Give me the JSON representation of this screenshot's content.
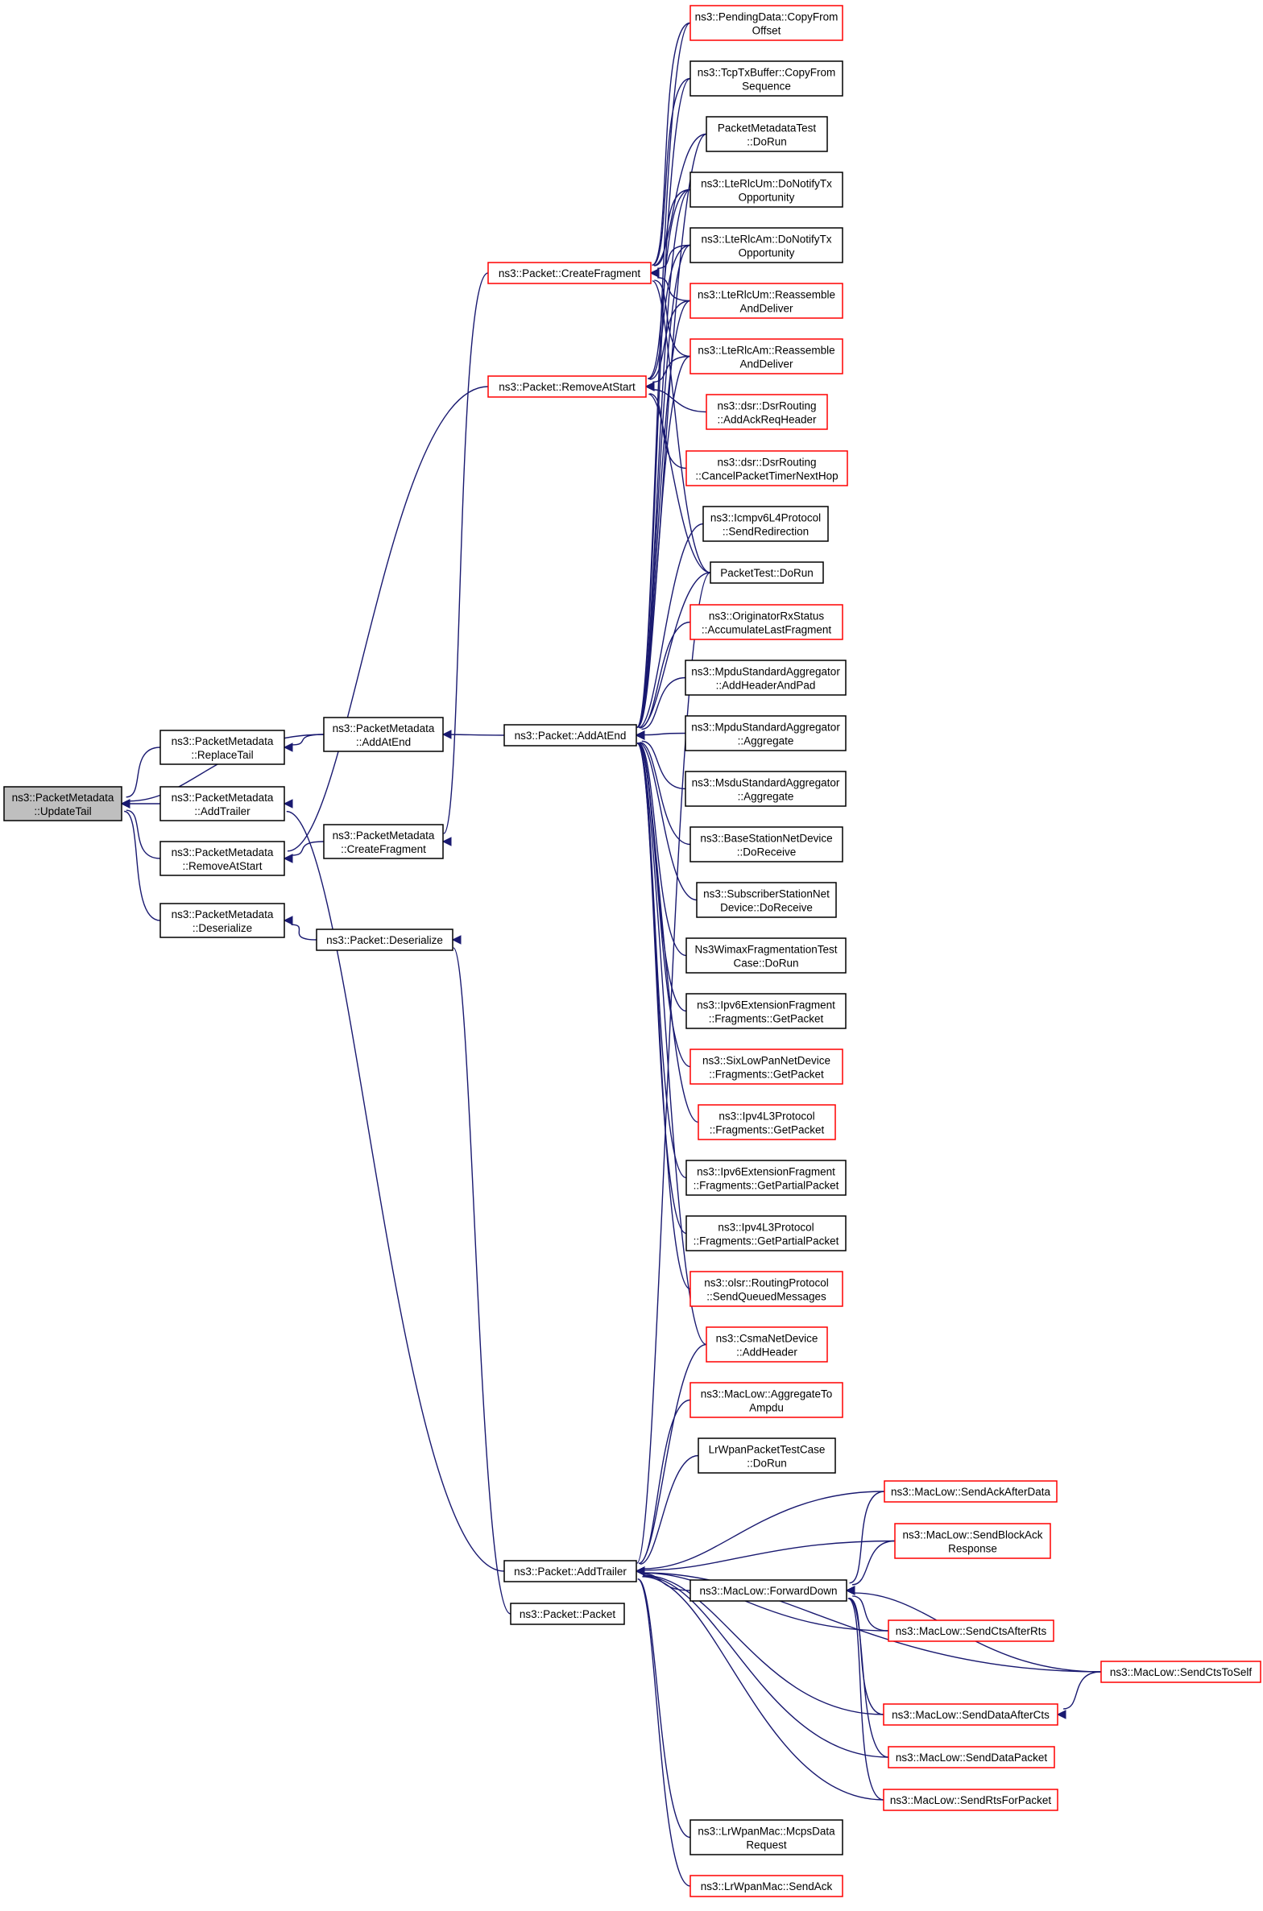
{
  "nodes": [
    {
      "id": "updatetail",
      "lines": [
        "ns3::PacketMetadata",
        "::UpdateTail"
      ],
      "style": "root"
    },
    {
      "id": "replacetail",
      "lines": [
        "ns3::PacketMetadata",
        "::ReplaceTail"
      ],
      "style": "black"
    },
    {
      "id": "addtrailer_md",
      "lines": [
        "ns3::PacketMetadata",
        "::AddTrailer"
      ],
      "style": "black"
    },
    {
      "id": "removeatstart_md",
      "lines": [
        "ns3::PacketMetadata",
        "::RemoveAtStart"
      ],
      "style": "black"
    },
    {
      "id": "deserialize_md",
      "lines": [
        "ns3::PacketMetadata",
        "::Deserialize"
      ],
      "style": "black"
    },
    {
      "id": "addatend_md",
      "lines": [
        "ns3::PacketMetadata",
        "::AddAtEnd"
      ],
      "style": "black"
    },
    {
      "id": "createfragment_md",
      "lines": [
        "ns3::PacketMetadata",
        "::CreateFragment"
      ],
      "style": "black"
    },
    {
      "id": "packet_deserialize",
      "lines": [
        "ns3::Packet::Deserialize"
      ],
      "style": "black"
    },
    {
      "id": "packet_createfragment",
      "lines": [
        "ns3::Packet::CreateFragment"
      ],
      "style": "red"
    },
    {
      "id": "packet_removeatstart",
      "lines": [
        "ns3::Packet::RemoveAtStart"
      ],
      "style": "red"
    },
    {
      "id": "packet_addatend",
      "lines": [
        "ns3::Packet::AddAtEnd"
      ],
      "style": "black"
    },
    {
      "id": "packet_addtrailer",
      "lines": [
        "ns3::Packet::AddTrailer"
      ],
      "style": "black"
    },
    {
      "id": "packet_packet",
      "lines": [
        "ns3::Packet::Packet"
      ],
      "style": "black"
    },
    {
      "id": "pendingdata",
      "lines": [
        "ns3::PendingData::CopyFrom",
        "Offset"
      ],
      "style": "red"
    },
    {
      "id": "tcptxbuffer",
      "lines": [
        "ns3::TcpTxBuffer::CopyFrom",
        "Sequence"
      ],
      "style": "black"
    },
    {
      "id": "packetmetadatatest",
      "lines": [
        "PacketMetadataTest",
        "::DoRun"
      ],
      "style": "black"
    },
    {
      "id": "lterlcum_notify",
      "lines": [
        "ns3::LteRlcUm::DoNotifyTx",
        "Opportunity"
      ],
      "style": "black"
    },
    {
      "id": "lterlcam_notify",
      "lines": [
        "ns3::LteRlcAm::DoNotifyTx",
        "Opportunity"
      ],
      "style": "black"
    },
    {
      "id": "lterlcum_reassemble",
      "lines": [
        "ns3::LteRlcUm::Reassemble",
        "AndDeliver"
      ],
      "style": "red"
    },
    {
      "id": "lterlcam_reassemble",
      "lines": [
        "ns3::LteRlcAm::Reassemble",
        "AndDeliver"
      ],
      "style": "red"
    },
    {
      "id": "dsr_addack",
      "lines": [
        "ns3::dsr::DsrRouting",
        "::AddAckReqHeader"
      ],
      "style": "red"
    },
    {
      "id": "dsr_cancel",
      "lines": [
        "ns3::dsr::DsrRouting",
        "::CancelPacketTimerNextHop"
      ],
      "style": "red"
    },
    {
      "id": "icmpv6",
      "lines": [
        "ns3::Icmpv6L4Protocol",
        "::SendRedirection"
      ],
      "style": "black"
    },
    {
      "id": "packettest",
      "lines": [
        "PacketTest::DoRun"
      ],
      "style": "black"
    },
    {
      "id": "originator",
      "lines": [
        "ns3::OriginatorRxStatus",
        "::AccumulateLastFragment"
      ],
      "style": "red"
    },
    {
      "id": "mpdu_addheader",
      "lines": [
        "ns3::MpduStandardAggregator",
        "::AddHeaderAndPad"
      ],
      "style": "black"
    },
    {
      "id": "mpdu_aggregate",
      "lines": [
        "ns3::MpduStandardAggregator",
        "::Aggregate"
      ],
      "style": "black"
    },
    {
      "id": "msdu_aggregate",
      "lines": [
        "ns3::MsduStandardAggregator",
        "::Aggregate"
      ],
      "style": "black"
    },
    {
      "id": "basestation",
      "lines": [
        "ns3::BaseStationNetDevice",
        "::DoReceive"
      ],
      "style": "black"
    },
    {
      "id": "subscriber",
      "lines": [
        "ns3::SubscriberStationNet",
        "Device::DoReceive"
      ],
      "style": "black"
    },
    {
      "id": "ns3wimax",
      "lines": [
        "Ns3WimaxFragmentationTest",
        "Case::DoRun"
      ],
      "style": "black"
    },
    {
      "id": "ipv6ext_get",
      "lines": [
        "ns3::Ipv6ExtensionFragment",
        "::Fragments::GetPacket"
      ],
      "style": "black"
    },
    {
      "id": "sixlowpan",
      "lines": [
        "ns3::SixLowPanNetDevice",
        "::Fragments::GetPacket"
      ],
      "style": "red"
    },
    {
      "id": "ipv4l3_get",
      "lines": [
        "ns3::Ipv4L3Protocol",
        "::Fragments::GetPacket"
      ],
      "style": "red"
    },
    {
      "id": "ipv6ext_partial",
      "lines": [
        "ns3::Ipv6ExtensionFragment",
        "::Fragments::GetPartialPacket"
      ],
      "style": "black"
    },
    {
      "id": "ipv4l3_partial",
      "lines": [
        "ns3::Ipv4L3Protocol",
        "::Fragments::GetPartialPacket"
      ],
      "style": "black"
    },
    {
      "id": "olsr",
      "lines": [
        "ns3::olsr::RoutingProtocol",
        "::SendQueuedMessages"
      ],
      "style": "red"
    },
    {
      "id": "csma",
      "lines": [
        "ns3::CsmaNetDevice",
        "::AddHeader"
      ],
      "style": "red"
    },
    {
      "id": "maclow_aggregate",
      "lines": [
        "ns3::MacLow::AggregateTo",
        "Ampdu"
      ],
      "style": "red"
    },
    {
      "id": "lrwpantest",
      "lines": [
        "LrWpanPacketTestCase",
        "::DoRun"
      ],
      "style": "black"
    },
    {
      "id": "maclow_forwarddown",
      "lines": [
        "ns3::MacLow::ForwardDown"
      ],
      "style": "black"
    },
    {
      "id": "lrwpan_mcps",
      "lines": [
        "ns3::LrWpanMac::McpsData",
        "Request"
      ],
      "style": "black"
    },
    {
      "id": "lrwpan_sendack",
      "lines": [
        "ns3::LrWpanMac::SendAck"
      ],
      "style": "red"
    },
    {
      "id": "maclow_sendackafterdata",
      "lines": [
        "ns3::MacLow::SendAckAfterData"
      ],
      "style": "red"
    },
    {
      "id": "maclow_sendblockack",
      "lines": [
        "ns3::MacLow::SendBlockAck",
        "Response"
      ],
      "style": "red"
    },
    {
      "id": "maclow_sendctsafterrts",
      "lines": [
        "ns3::MacLow::SendCtsAfterRts"
      ],
      "style": "red"
    },
    {
      "id": "maclow_sendctstoself",
      "lines": [
        "ns3::MacLow::SendCtsToSelf"
      ],
      "style": "red"
    },
    {
      "id": "maclow_senddataaftercts",
      "lines": [
        "ns3::MacLow::SendDataAfterCts"
      ],
      "style": "red"
    },
    {
      "id": "maclow_senddatapacket",
      "lines": [
        "ns3::MacLow::SendDataPacket"
      ],
      "style": "red"
    },
    {
      "id": "maclow_sendrtsforpacket",
      "lines": [
        "ns3::MacLow::SendRtsForPacket"
      ],
      "style": "red"
    }
  ],
  "edges": [
    [
      "replacetail",
      "updatetail"
    ],
    [
      "addtrailer_md",
      "updatetail"
    ],
    [
      "removeatstart_md",
      "updatetail"
    ],
    [
      "deserialize_md",
      "updatetail"
    ],
    [
      "addatend_md",
      "updatetail"
    ],
    [
      "addatend_md",
      "replacetail"
    ],
    [
      "createfragment_md",
      "removeatstart_md"
    ],
    [
      "packet_deserialize",
      "deserialize_md"
    ],
    [
      "packet_addatend",
      "addatend_md"
    ],
    [
      "packet_createfragment",
      "createfragment_md"
    ],
    [
      "packet_removeatstart",
      "removeatstart_md"
    ],
    [
      "packet_addtrailer",
      "addtrailer_md"
    ],
    [
      "packet_packet",
      "packet_deserialize"
    ],
    [
      "pendingdata",
      "packet_createfragment"
    ],
    [
      "tcptxbuffer",
      "packet_createfragment"
    ],
    [
      "packetmetadatatest",
      "packet_createfragment"
    ],
    [
      "lterlcum_notify",
      "packet_createfragment"
    ],
    [
      "lterlcam_notify",
      "packet_createfragment"
    ],
    [
      "lterlcum_reassemble",
      "packet_createfragment"
    ],
    [
      "lterlcam_reassemble",
      "packet_createfragment"
    ],
    [
      "packettest",
      "packet_createfragment"
    ],
    [
      "lterlcum_notify",
      "packet_removeatstart"
    ],
    [
      "lterlcam_notify",
      "packet_removeatstart"
    ],
    [
      "lterlcum_reassemble",
      "packet_removeatstart"
    ],
    [
      "lterlcam_reassemble",
      "packet_removeatstart"
    ],
    [
      "dsr_addack",
      "packet_removeatstart"
    ],
    [
      "dsr_cancel",
      "packet_removeatstart"
    ],
    [
      "packettest",
      "packet_removeatstart"
    ],
    [
      "pendingdata",
      "packet_addatend"
    ],
    [
      "tcptxbuffer",
      "packet_addatend"
    ],
    [
      "packetmetadatatest",
      "packet_addatend"
    ],
    [
      "lterlcum_notify",
      "packet_addatend"
    ],
    [
      "lterlcam_notify",
      "packet_addatend"
    ],
    [
      "lterlcum_reassemble",
      "packet_addatend"
    ],
    [
      "lterlcam_reassemble",
      "packet_addatend"
    ],
    [
      "icmpv6",
      "packet_addatend"
    ],
    [
      "packettest",
      "packet_addatend"
    ],
    [
      "originator",
      "packet_addatend"
    ],
    [
      "mpdu_addheader",
      "packet_addatend"
    ],
    [
      "mpdu_aggregate",
      "packet_addatend"
    ],
    [
      "msdu_aggregate",
      "packet_addatend"
    ],
    [
      "basestation",
      "packet_addatend"
    ],
    [
      "subscriber",
      "packet_addatend"
    ],
    [
      "ns3wimax",
      "packet_addatend"
    ],
    [
      "ipv6ext_get",
      "packet_addatend"
    ],
    [
      "sixlowpan",
      "packet_addatend"
    ],
    [
      "ipv4l3_get",
      "packet_addatend"
    ],
    [
      "ipv6ext_partial",
      "packet_addatend"
    ],
    [
      "ipv4l3_partial",
      "packet_addatend"
    ],
    [
      "olsr",
      "packet_addatend"
    ],
    [
      "csma",
      "packet_addatend"
    ],
    [
      "packettest",
      "packet_addtrailer"
    ],
    [
      "csma",
      "packet_addtrailer"
    ],
    [
      "maclow_aggregate",
      "packet_addtrailer"
    ],
    [
      "lrwpantest",
      "packet_addtrailer"
    ],
    [
      "maclow_forwarddown",
      "packet_addtrailer"
    ],
    [
      "lrwpan_mcps",
      "packet_addtrailer"
    ],
    [
      "lrwpan_sendack",
      "packet_addtrailer"
    ],
    [
      "maclow_sendackafterdata",
      "packet_addtrailer"
    ],
    [
      "maclow_sendblockack",
      "packet_addtrailer"
    ],
    [
      "maclow_sendctsafterrts",
      "packet_addtrailer"
    ],
    [
      "maclow_sendctstoself",
      "packet_addtrailer"
    ],
    [
      "maclow_senddataaftercts",
      "packet_addtrailer"
    ],
    [
      "maclow_senddatapacket",
      "packet_addtrailer"
    ],
    [
      "maclow_sendrtsforpacket",
      "packet_addtrailer"
    ],
    [
      "maclow_sendackafterdata",
      "maclow_forwarddown"
    ],
    [
      "maclow_sendblockack",
      "maclow_forwarddown"
    ],
    [
      "maclow_sendctsafterrts",
      "maclow_forwarddown"
    ],
    [
      "maclow_sendctstoself",
      "maclow_forwarddown"
    ],
    [
      "maclow_senddataaftercts",
      "maclow_forwarddown"
    ],
    [
      "maclow_senddatapacket",
      "maclow_forwarddown"
    ],
    [
      "maclow_sendrtsforpacket",
      "maclow_forwarddown"
    ],
    [
      "maclow_sendctstoself",
      "maclow_senddataaftercts"
    ]
  ]
}
